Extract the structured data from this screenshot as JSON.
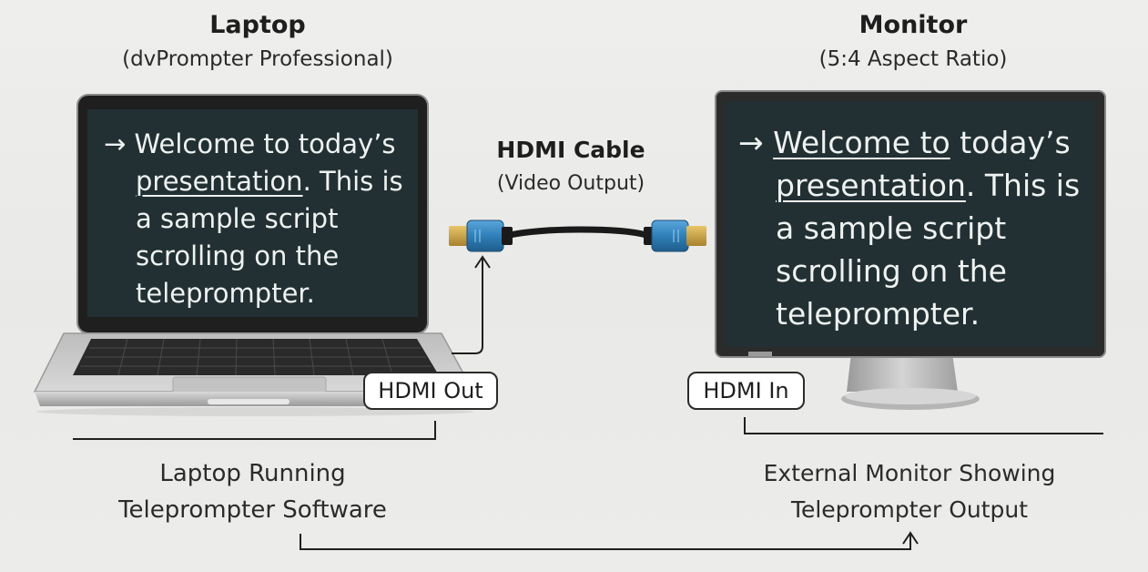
{
  "laptop": {
    "title": "Laptop",
    "subtitle": "(dvPrompter Professional)",
    "screen_lines": [
      {
        "arrow": "→",
        "text": "Welcome to today’s"
      },
      {
        "pre": "",
        "u": "presentation",
        "post": ". This is"
      },
      {
        "text": "a sample script"
      },
      {
        "text": "scrolling on the"
      },
      {
        "text": "teleprompter."
      }
    ],
    "port_label": "HDMI Out",
    "caption_line1": "Laptop Running",
    "caption_line2": "Teleprompter Software"
  },
  "cable": {
    "title": "HDMI Cable",
    "subtitle": "(Video Output)"
  },
  "monitor": {
    "title": "Monitor",
    "subtitle": "(5:4 Aspect Ratio)",
    "screen_lines": [
      {
        "arrow": "→",
        "u": "Welcome to",
        "post": " today’s"
      },
      {
        "u": "presentation",
        "post": ". This is"
      },
      {
        "text": "a sample script"
      },
      {
        "text": "scrolling on the"
      },
      {
        "text": "teleprompter."
      }
    ],
    "port_label": "HDMI In",
    "caption_line1": "External Monitor Showing",
    "caption_line2": "Teleprompter Output"
  },
  "colors": {
    "screen_bg": "#223033",
    "cable_connector": "#2f7fb8",
    "cable_tip": "#c9a04a",
    "frame": "#2d2d2d"
  }
}
